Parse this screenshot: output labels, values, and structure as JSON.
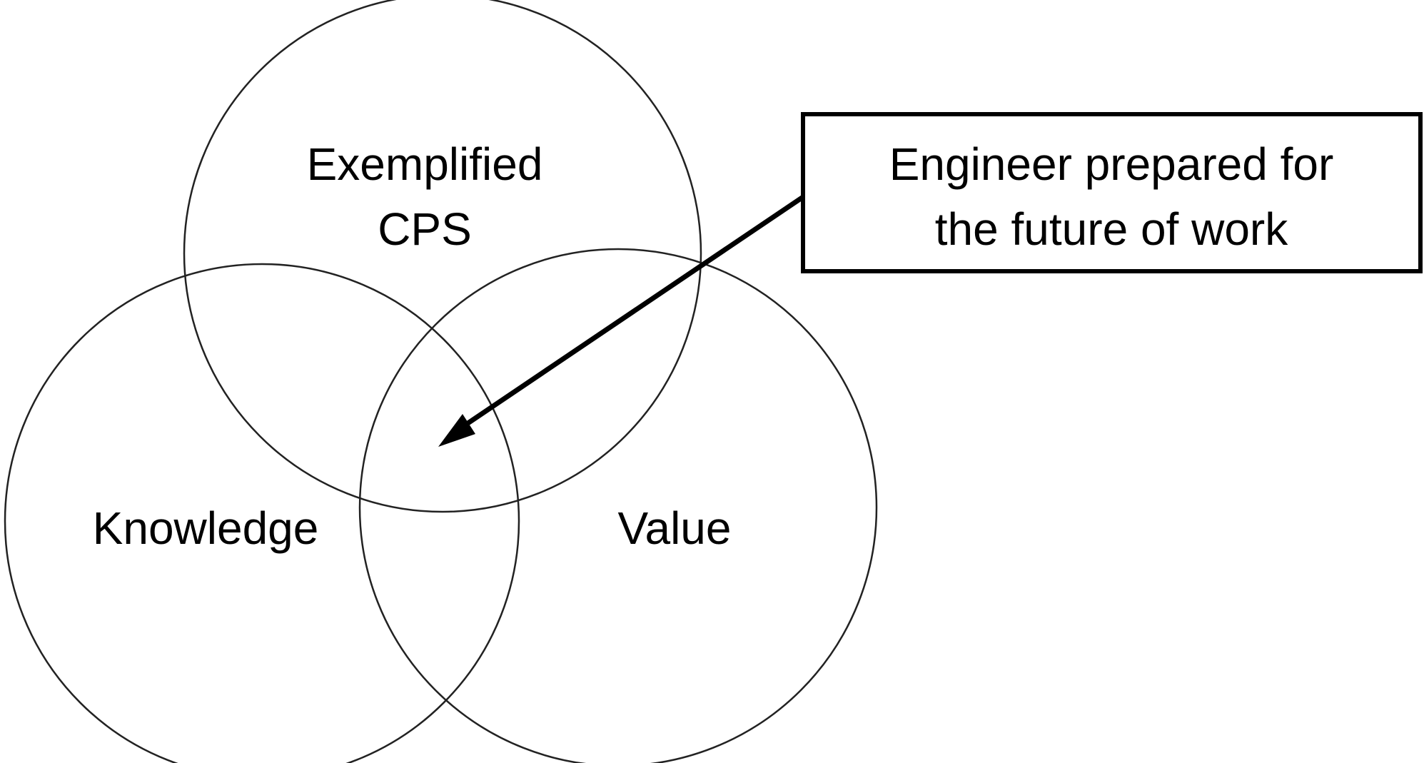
{
  "diagram": {
    "circles": [
      {
        "id": "cps",
        "label_lines": [
          "Exemplified",
          "CPS"
        ]
      },
      {
        "id": "knowledge",
        "label_lines": [
          "Knowledge"
        ]
      },
      {
        "id": "value",
        "label_lines": [
          "Value"
        ]
      }
    ],
    "callout": {
      "lines": [
        "Engineer prepared for",
        "the future of work"
      ]
    },
    "colors": {
      "circle_stroke": "#222222",
      "text": "#000000",
      "background": "#ffffff"
    }
  }
}
